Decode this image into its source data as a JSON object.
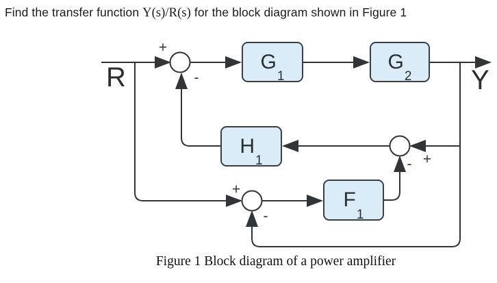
{
  "page": {
    "title": {
      "pre": "Find the transfer function ",
      "math": "Y(s)/R(s)",
      "post": " for the block diagram shown in Figure 1"
    },
    "caption": "Figure 1 Block diagram of a power amplifier"
  },
  "diagram": {
    "input_label": "R",
    "output_label": "Y",
    "blocks": {
      "g1": {
        "base": "G",
        "sub": "1"
      },
      "g2": {
        "base": "G",
        "sub": "2"
      },
      "h1": {
        "base": "H",
        "sub": "1"
      },
      "f1": {
        "base": "F",
        "sub": "1"
      }
    },
    "summing_junctions": {
      "sum1": {
        "signs": {
          "input": "+",
          "feedback": "-"
        }
      },
      "sum2": {
        "signs": {
          "input": "+",
          "feedback": "-"
        }
      },
      "sum3": {
        "signs": {
          "input": "+",
          "feedback": "-"
        }
      }
    },
    "colors": {
      "block_fill": "#daecf8",
      "block_border": "#3a3f43",
      "wire": "#323537",
      "background": "#ffffff"
    }
  }
}
